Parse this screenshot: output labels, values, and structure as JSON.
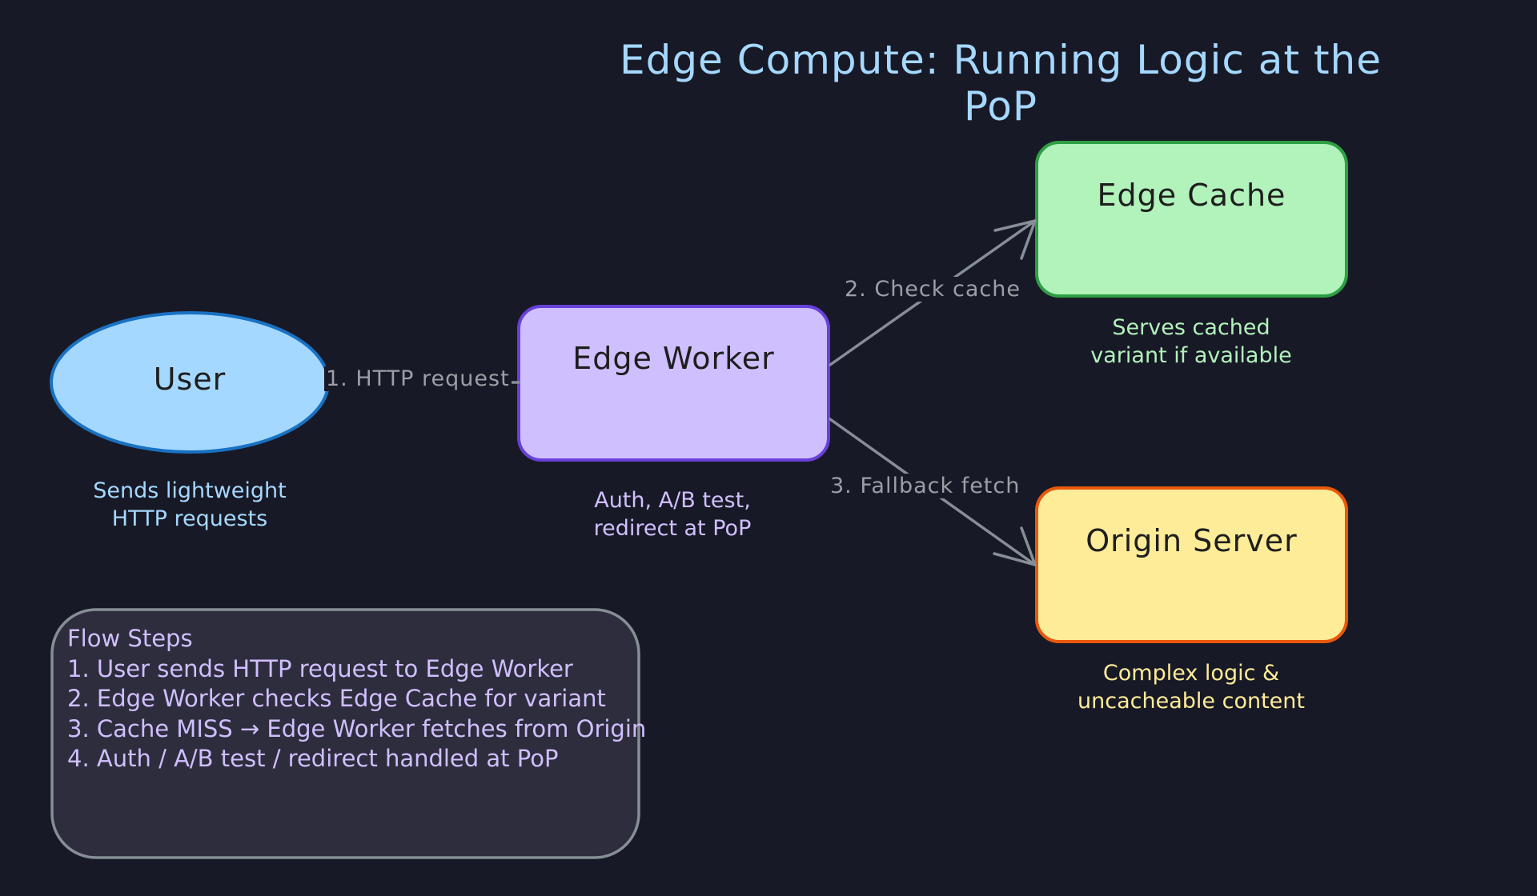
{
  "title": "Edge Compute: Running Logic at the PoP",
  "nodes": {
    "user": {
      "label": "User",
      "caption": "Sends lightweight\nHTTP requests"
    },
    "edge_worker": {
      "label": "Edge Worker",
      "caption": "Auth, A/B test,\nredirect at PoP"
    },
    "edge_cache": {
      "label": "Edge Cache",
      "caption": "Serves cached\nvariant if available"
    },
    "origin_server": {
      "label": "Origin Server",
      "caption": "Complex logic &\nuncacheable content"
    }
  },
  "edges": {
    "http_request": "1. HTTP request",
    "check_cache": "2. Check cache",
    "fallback_fetch": "3. Fallback fetch"
  },
  "flow_steps": {
    "heading": "Flow Steps",
    "items": [
      "1. User sends HTTP request to Edge Worker",
      "2. Edge Worker checks Edge Cache for variant",
      "3. Cache MISS → Edge Worker fetches from Origin",
      "4. Auth / A/B test / redirect handled at PoP"
    ]
  },
  "colors": {
    "background": "#181926",
    "user_fill": "#a5d8ff",
    "user_stroke": "#1971c2",
    "worker_fill": "#d0bfff",
    "worker_stroke": "#6741d9",
    "cache_fill": "#b2f2bb",
    "cache_stroke": "#2f9e44",
    "origin_fill": "#ffec99",
    "origin_stroke": "#e8590c",
    "arrow": "#868e96",
    "panel_fill": "#2e2d3d",
    "panel_stroke": "#868e96"
  }
}
